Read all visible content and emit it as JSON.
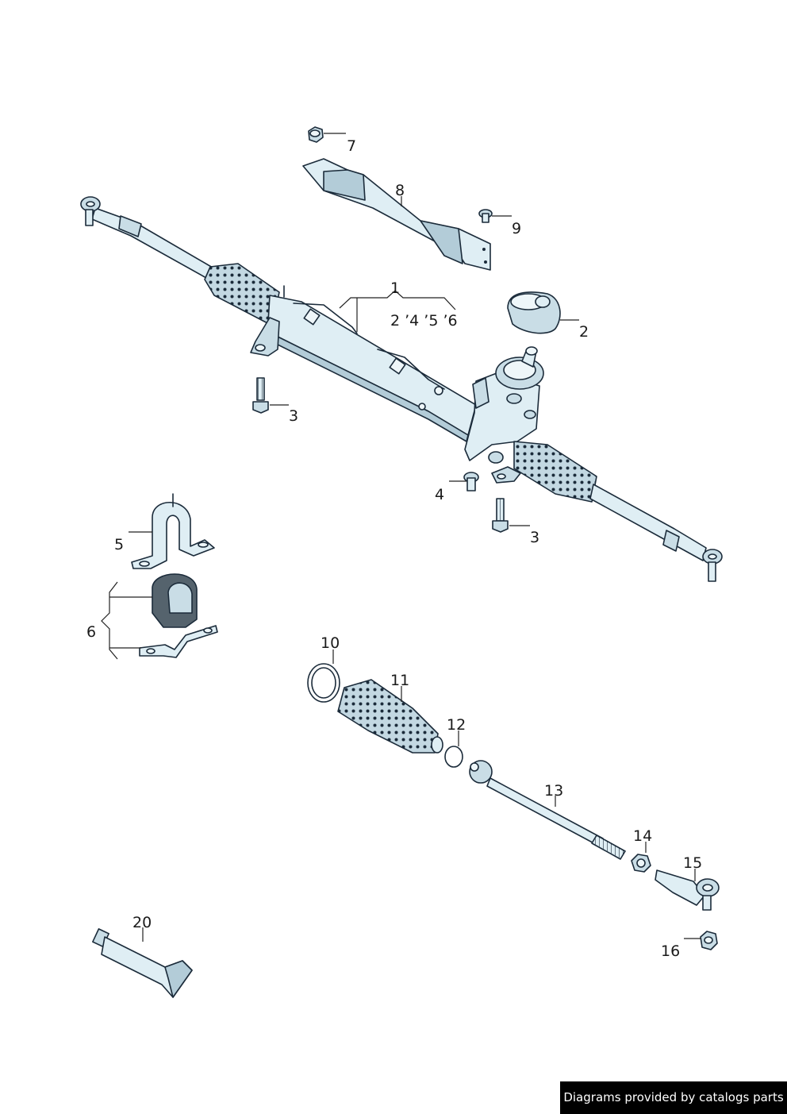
{
  "callouts": {
    "c1": "1",
    "c1_sub": "2 ’4 ’5 ’6",
    "c2": "2",
    "c3a": "3",
    "c3b": "3",
    "c4": "4",
    "c5": "5",
    "c6": "6",
    "c7": "7",
    "c8": "8",
    "c9": "9",
    "c10": "10",
    "c11": "11",
    "c12": "12",
    "c13": "13",
    "c14": "14",
    "c15": "15",
    "c16": "16",
    "c20": "20"
  },
  "credit": "Diagrams provided by catalogs parts",
  "colors": {
    "part_fill": "#dfeef4",
    "part_shade": "#b3ccd8",
    "outline": "#1b2b3a",
    "credit_bg": "#000000"
  }
}
